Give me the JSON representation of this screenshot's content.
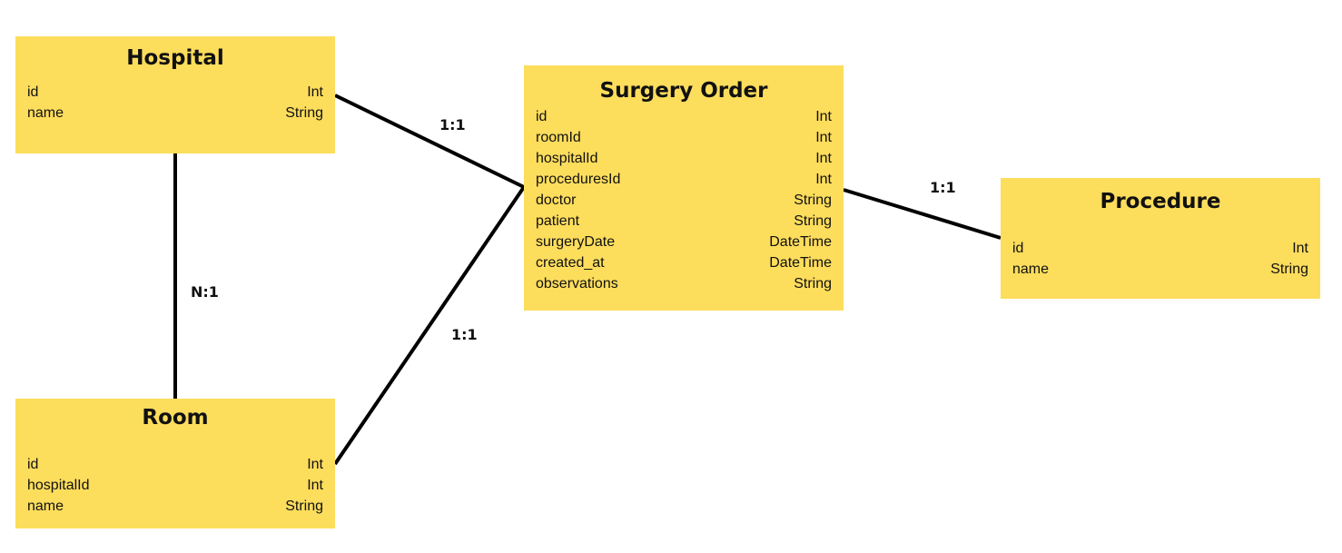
{
  "entities": {
    "hospital": {
      "title": "Hospital",
      "fields": [
        {
          "name": "id",
          "type": "Int"
        },
        {
          "name": "name",
          "type": "String"
        }
      ]
    },
    "room": {
      "title": "Room",
      "fields": [
        {
          "name": "id",
          "type": "Int"
        },
        {
          "name": "hospitalId",
          "type": "Int"
        },
        {
          "name": "name",
          "type": "String"
        }
      ]
    },
    "surgery_order": {
      "title": "Surgery Order",
      "fields": [
        {
          "name": "id",
          "type": "Int"
        },
        {
          "name": "roomId",
          "type": "Int"
        },
        {
          "name": "hospitalId",
          "type": "Int"
        },
        {
          "name": "proceduresId",
          "type": "Int"
        },
        {
          "name": "doctor",
          "type": "String"
        },
        {
          "name": "patient",
          "type": "String"
        },
        {
          "name": "surgeryDate",
          "type": "DateTime"
        },
        {
          "name": "created_at",
          "type": "DateTime"
        },
        {
          "name": "observations",
          "type": "String"
        }
      ]
    },
    "procedure": {
      "title": "Procedure",
      "fields": [
        {
          "name": "id",
          "type": "Int"
        },
        {
          "name": "name",
          "type": "String"
        }
      ]
    }
  },
  "relations": {
    "hospital_surgery": "1:1",
    "room_surgery": "1:1",
    "hospital_room": "N:1",
    "surgery_procedure": "1:1"
  },
  "colors": {
    "entity_fill": "#fddd5c",
    "line": "#000000"
  }
}
